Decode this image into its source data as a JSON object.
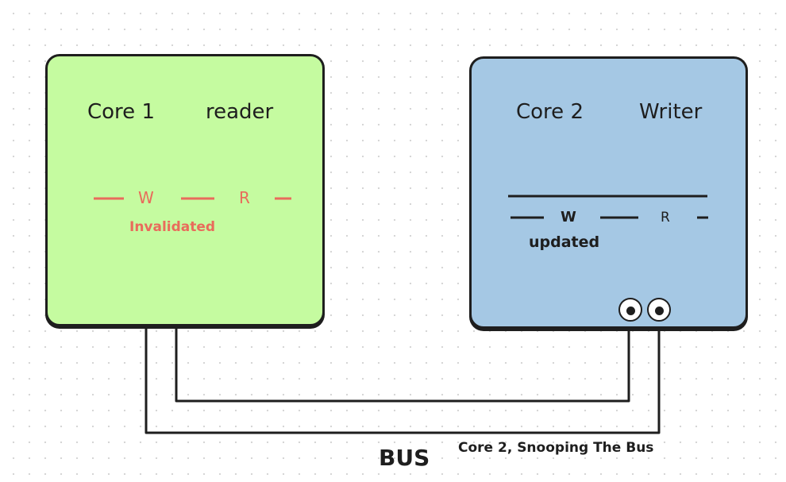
{
  "core1": {
    "title": "Core 1",
    "role": "reader",
    "line_left_label": "W",
    "line_right_label": "R",
    "status": "Invalidated"
  },
  "core2": {
    "title": "Core 2",
    "role": "Writer",
    "line_left_label": "W",
    "line_right_label": "R",
    "status": "updated"
  },
  "bus_label": "BUS",
  "snoop_label": "Core 2, Snooping The Bus",
  "colors": {
    "core1_fill": "#c5fba0",
    "core2_fill": "#a5c8e4",
    "invalid_red": "#e96b5b",
    "stroke": "#1e1e1e"
  },
  "icons": [
    "eyes-icon"
  ]
}
